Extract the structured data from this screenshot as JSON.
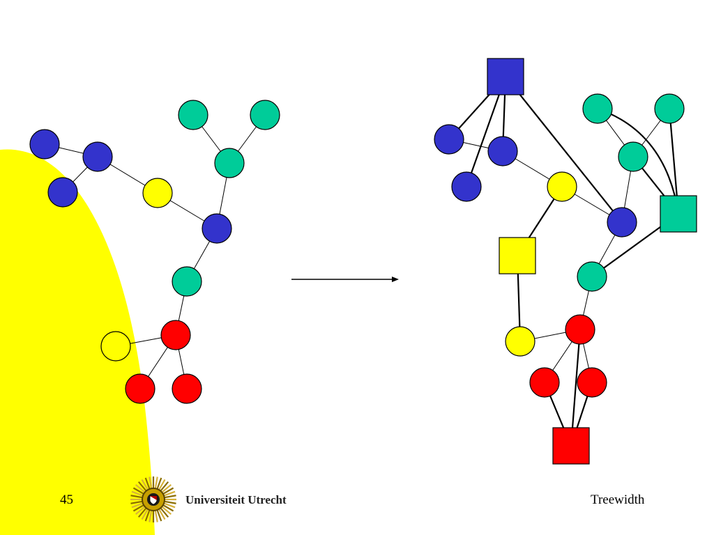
{
  "colors": {
    "blue": "#3333cc",
    "teal": "#00cc99",
    "yellow": "#ffff00",
    "red": "#ff0000",
    "outline": "#000000",
    "background_shape": "#ffff00"
  },
  "footer": {
    "slide_number": "45",
    "university": "Universiteit Utrecht",
    "title": "Treewidth"
  },
  "diagram": {
    "left_graph": {
      "nodes": [
        {
          "id": "L1",
          "color": "blue"
        },
        {
          "id": "L2",
          "color": "blue"
        },
        {
          "id": "L3",
          "color": "blue"
        },
        {
          "id": "L4",
          "color": "yellow"
        },
        {
          "id": "L5",
          "color": "teal"
        },
        {
          "id": "L6",
          "color": "teal"
        },
        {
          "id": "L7",
          "color": "teal"
        },
        {
          "id": "L8",
          "color": "blue"
        },
        {
          "id": "L9",
          "color": "teal"
        },
        {
          "id": "L10",
          "color": "red"
        },
        {
          "id": "L11",
          "color": "yellow"
        },
        {
          "id": "L12",
          "color": "red"
        },
        {
          "id": "L13",
          "color": "red"
        }
      ],
      "edges": [
        [
          "L1",
          "L2"
        ],
        [
          "L2",
          "L3"
        ],
        [
          "L2",
          "L4"
        ],
        [
          "L4",
          "L8"
        ],
        [
          "L5",
          "L7"
        ],
        [
          "L6",
          "L7"
        ],
        [
          "L7",
          "L8"
        ],
        [
          "L8",
          "L9"
        ],
        [
          "L9",
          "L10"
        ],
        [
          "L10",
          "L11"
        ],
        [
          "L10",
          "L12"
        ],
        [
          "L10",
          "L13"
        ]
      ]
    },
    "right_graph": {
      "nodes": [
        {
          "id": "R1",
          "color": "blue"
        },
        {
          "id": "R2",
          "color": "blue"
        },
        {
          "id": "R3",
          "color": "blue"
        },
        {
          "id": "R4",
          "color": "yellow"
        },
        {
          "id": "R5",
          "color": "blue"
        },
        {
          "id": "R6",
          "color": "teal"
        },
        {
          "id": "R7",
          "color": "teal"
        },
        {
          "id": "R8",
          "color": "teal"
        },
        {
          "id": "R9",
          "color": "teal"
        },
        {
          "id": "R10",
          "color": "red"
        },
        {
          "id": "R11",
          "color": "yellow"
        },
        {
          "id": "R12",
          "color": "red"
        },
        {
          "id": "R13",
          "color": "red"
        },
        {
          "id": "S1",
          "color": "blue",
          "shape": "square"
        },
        {
          "id": "S2",
          "color": "teal",
          "shape": "square"
        },
        {
          "id": "S3",
          "color": "yellow",
          "shape": "square"
        },
        {
          "id": "S4",
          "color": "red",
          "shape": "square"
        }
      ],
      "thin_edges": [
        [
          "R1",
          "R2"
        ],
        [
          "R2",
          "R4"
        ],
        [
          "R4",
          "R5"
        ],
        [
          "R6",
          "R8"
        ],
        [
          "R7",
          "R8"
        ],
        [
          "R8",
          "R5"
        ],
        [
          "R5",
          "R9"
        ],
        [
          "R9",
          "R10"
        ],
        [
          "R10",
          "R11"
        ],
        [
          "R10",
          "R12"
        ],
        [
          "R10",
          "R13"
        ]
      ],
      "thick_edges": [
        [
          "S1",
          "R1"
        ],
        [
          "S1",
          "R2"
        ],
        [
          "S1",
          "R3"
        ],
        [
          "S1",
          "R5"
        ],
        [
          "S2",
          "R8"
        ],
        [
          "S2",
          "R9"
        ],
        [
          "S2",
          "R7"
        ],
        [
          "S2",
          "R6"
        ],
        [
          "S3",
          "R4"
        ],
        [
          "S3",
          "R11"
        ],
        [
          "S4",
          "R12"
        ],
        [
          "S4",
          "R13"
        ],
        [
          "S4",
          "R10"
        ]
      ]
    }
  }
}
